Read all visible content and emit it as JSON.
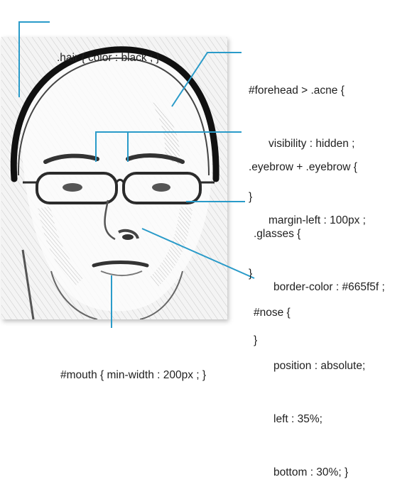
{
  "annotation_color": "#2a9bc9",
  "annotations": {
    "hair": {
      "line1": ".hair { color : black ; }"
    },
    "acne": {
      "line1": "#forehead > .acne {",
      "line2": "visibility : hidden ;",
      "line3": "}"
    },
    "eyebrow": {
      "line1": ".eyebrow + .eyebrow {",
      "line2": "margin-left : 100px ;",
      "line3": "}"
    },
    "glasses": {
      "line1": ".glasses {",
      "line2": "border-color : #665f5f ;",
      "line3": "}"
    },
    "nose": {
      "line1": "#nose {",
      "line2": "position : absolute;",
      "line3": "left : 35%;",
      "line4": "bottom : 30%; }"
    },
    "mouth": {
      "line1": "#mouth { min-width : 200px ; }"
    }
  }
}
